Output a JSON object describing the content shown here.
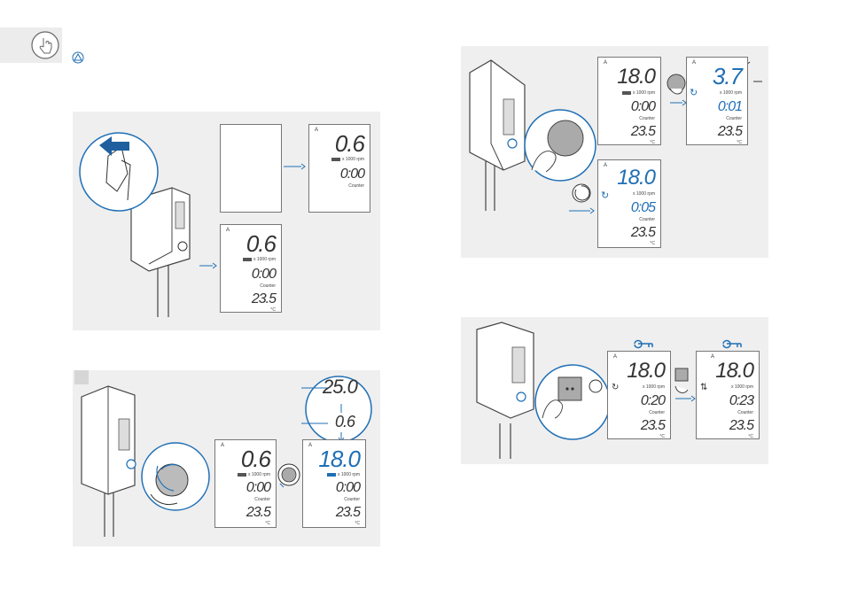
{
  "lcd": {
    "a_label": "A",
    "rpm_unit": "x 1000 rpm",
    "counter_label": "Counter",
    "temp_unit": "°C"
  },
  "panel1": {
    "display1": {
      "speed": "0.6",
      "counter": "0:00"
    },
    "display2": {
      "speed": "0.6",
      "counter": "0:00",
      "temp": "23.5"
    }
  },
  "panel2": {
    "callout_top": "25.0",
    "callout_bottom": "0.6",
    "display1": {
      "speed": "0.6",
      "counter": "0:00",
      "temp": "23.5"
    },
    "display2": {
      "speed": "18.0",
      "counter": "0:00",
      "temp": "23.5"
    }
  },
  "panel3": {
    "display1": {
      "speed": "18.0",
      "counter": "0:00",
      "temp": "23.5"
    },
    "display2": {
      "speed": "3.7",
      "counter": "0:01",
      "temp": "23.5"
    },
    "display3": {
      "speed": "18.0",
      "counter": "0:05",
      "temp": "23.5"
    }
  },
  "panel4": {
    "display1": {
      "speed": "18.0",
      "counter": "0:20",
      "temp": "23.5"
    },
    "display2": {
      "speed": "18.0",
      "counter": "0:23",
      "temp": "23.5"
    }
  },
  "colors": {
    "accent": "#1f6fb5",
    "panel": "#efefef"
  },
  "icons": [
    "touch-icon",
    "warning-icon",
    "arrow-left-icon",
    "key-icon",
    "rotate-icon"
  ]
}
